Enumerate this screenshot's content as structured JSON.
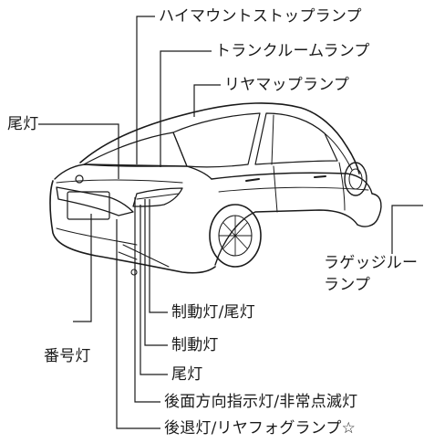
{
  "labels": {
    "high_mount_stop_lamp": "ハイマウントストップランプ",
    "trunk_room_lamp": "トランクルームランプ",
    "rear_map_lamp": "リヤマップランプ",
    "tail_light_left": "尾灯",
    "luggage_room_lamp_line1": "ラゲッジルー",
    "luggage_room_lamp_line2": "ランプ",
    "brake_tail_light": "制動灯/尾灯",
    "brake_light": "制動灯",
    "license_plate_light": "番号灯",
    "tail_light_lower": "尾灯",
    "rear_turn_hazard": "後面方向指示灯/非常点滅灯",
    "reverse_rear_fog": "後退灯/リヤフォグランプ☆"
  },
  "colors": {
    "line": "#1a1a1a",
    "background": "#ffffff"
  }
}
